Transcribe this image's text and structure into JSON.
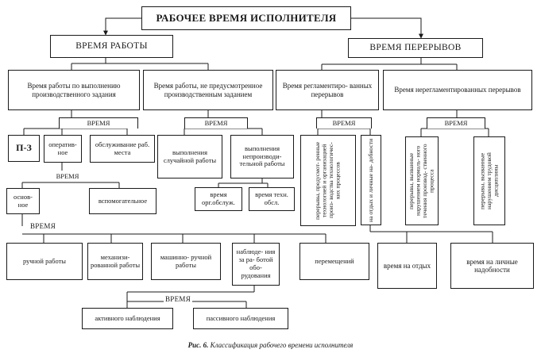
{
  "nodes": {
    "root": "РАБОЧЕЕ ВРЕМЯ ИСПОЛНИТЕЛЯ",
    "work": "ВРЕМЯ РАБОТЫ",
    "breaks": "ВРЕМЯ ПЕРЕРЫВОВ",
    "task_work": "Время работы по выполнению производственного задания",
    "non_task_work": "Время работы, не предусмотренное производственным заданием",
    "regulated": "Время регламентиро- ванных перерывов",
    "unregulated": "Время нерегламентированных перерывов",
    "pz": "П-З",
    "operative": "оператив- ное",
    "servicing": "обслуживание раб. места",
    "random_work": "выполнения случайной работы",
    "nonprod_work": "выполнения непроизводи- тельной работы",
    "org_service": "время орг.обслуж.",
    "tech_service": "время техн. обсл.",
    "reg_tech": "перерывы, предусмот- ренные технологией и организацией произ- водства технологичес- ких процессов",
    "reg_rest": "на отдых и личные на- добности",
    "unreg_normal": "перерывы, вызванные нарушением нормаль- ного течения производ- ственного процесса",
    "unreg_discipline": "перерывы, вызванные нарушением трудовой дисциплины",
    "main": "основ- ное",
    "auxiliary": "вспомогательное",
    "manual": "ручной работы",
    "mechanized": "механизи- рованной работы",
    "machine_manual": "машинно- ручной работы",
    "observation": "наблюде- ния за ра- ботой обо- рудования",
    "moves": "перемещений",
    "rest_time": "время на отдых",
    "personal": "время на личные надобности",
    "active_obs": "активного наблюдения",
    "passive_obs": "пассивного наблюдения"
  },
  "group_labels": {
    "vremya": "ВРЕМЯ"
  },
  "caption": {
    "figure": "Рис. 6.",
    "text": "Классификация рабочего времени исполнителя"
  }
}
